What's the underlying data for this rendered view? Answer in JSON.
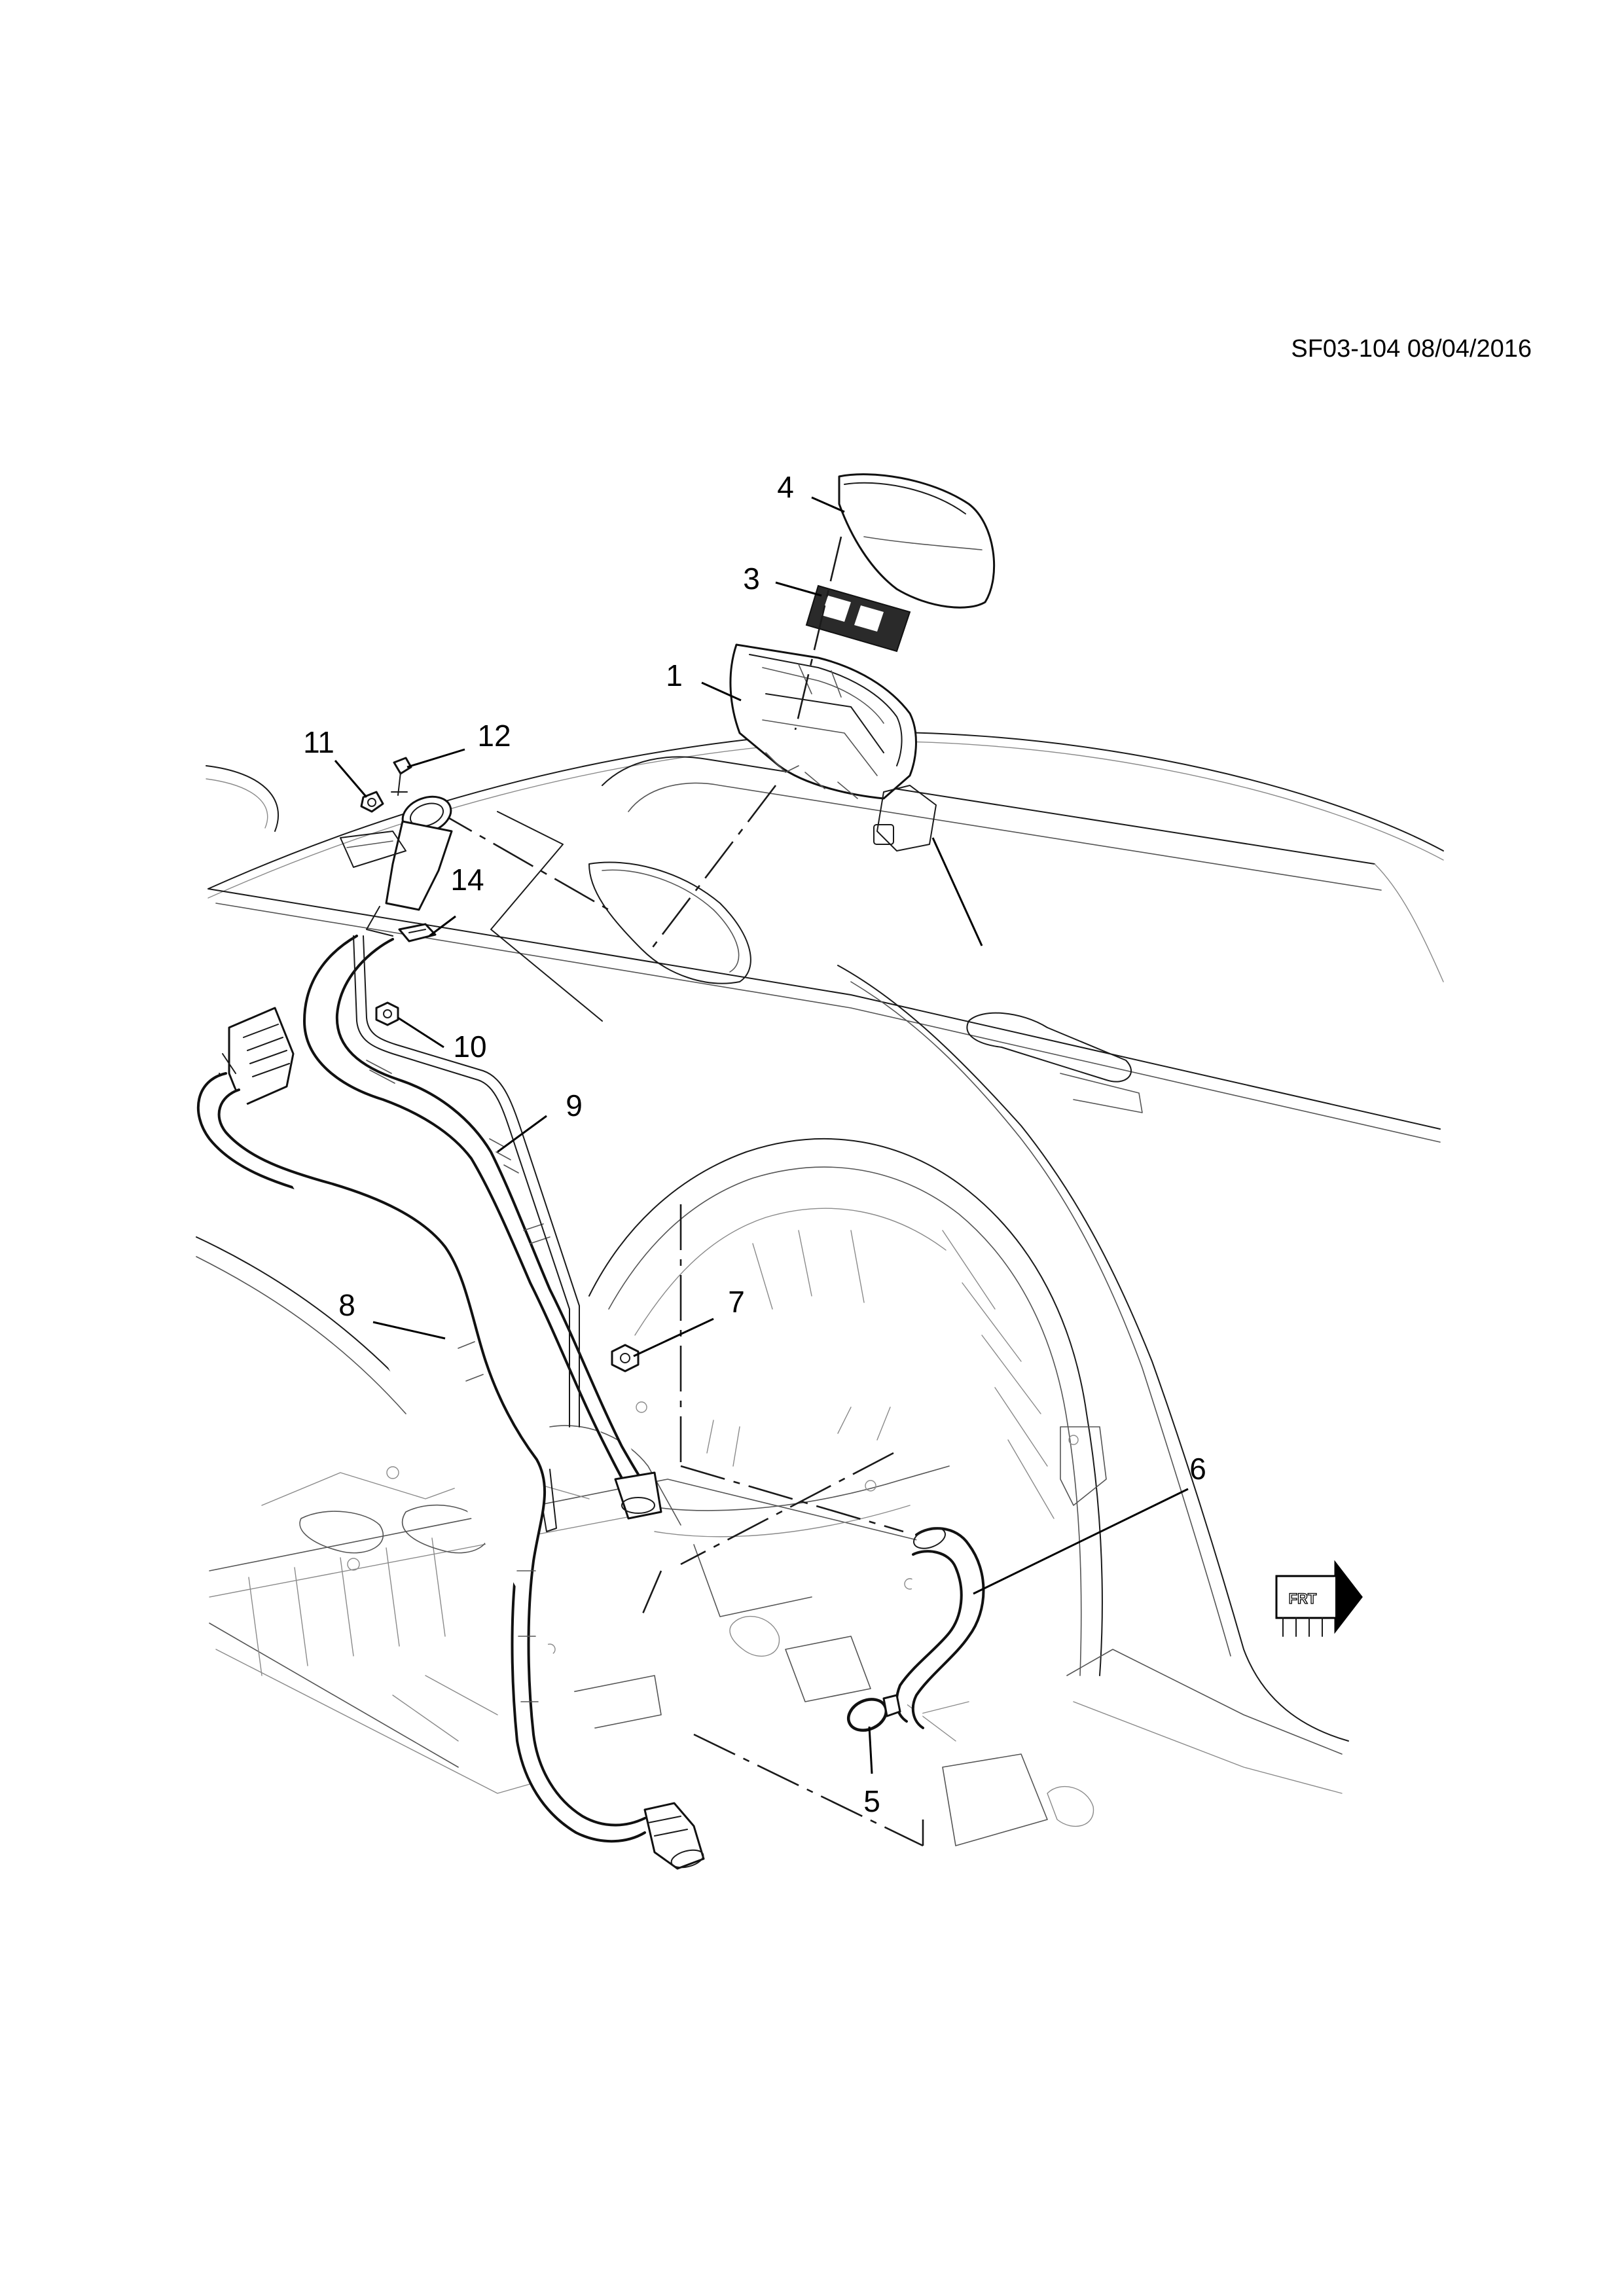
{
  "diagram": {
    "reference_code": "SF03-104 08/04/2016",
    "direction_label": "FRT",
    "callouts": {
      "c1": "1",
      "c3": "3",
      "c4": "4",
      "c5": "5",
      "c6": "6",
      "c7": "7",
      "c8": "8",
      "c9": "9",
      "c10": "10",
      "c11": "11",
      "c12": "12",
      "c14": "14"
    }
  }
}
